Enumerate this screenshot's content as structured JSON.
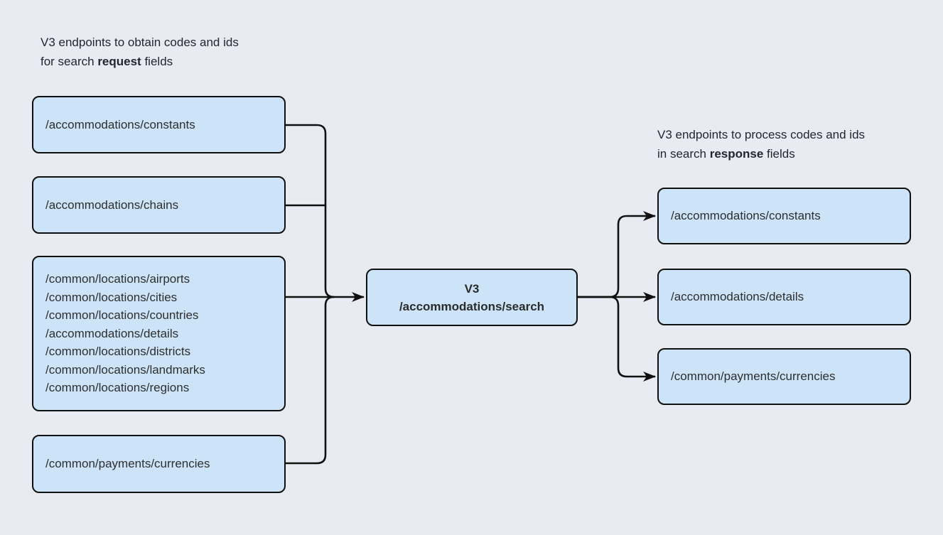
{
  "diagram": {
    "request_caption": {
      "line1": "V3 endpoints to obtain codes and ids",
      "line2_prefix": "for search ",
      "line2_bold": "request",
      "line2_suffix": " fields"
    },
    "response_caption": {
      "line1": "V3 endpoints to process codes and ids",
      "line2_prefix": "in search ",
      "line2_bold": "response",
      "line2_suffix": " fields"
    },
    "request_nodes": [
      {
        "lines": [
          "/accommodations/constants"
        ]
      },
      {
        "lines": [
          "/accommodations/chains"
        ]
      },
      {
        "lines": [
          "/common/locations/airports",
          "/common/locations/cities",
          "/common/locations/countries",
          "/accommodations/details",
          "/common/locations/districts",
          "/common/locations/landmarks",
          "/common/locations/regions"
        ]
      },
      {
        "lines": [
          "/common/payments/currencies"
        ]
      }
    ],
    "center_node": {
      "line1": "V3",
      "line2": "/accommodations/search"
    },
    "response_nodes": [
      {
        "label": "/accommodations/constants"
      },
      {
        "label": "/accommodations/details"
      },
      {
        "label": "/common/payments/currencies"
      }
    ],
    "colors": {
      "background": "#e9ebf2",
      "node_fill": "#cde4f8",
      "stroke": "#101010",
      "node_text": "#2e2e2e"
    }
  }
}
